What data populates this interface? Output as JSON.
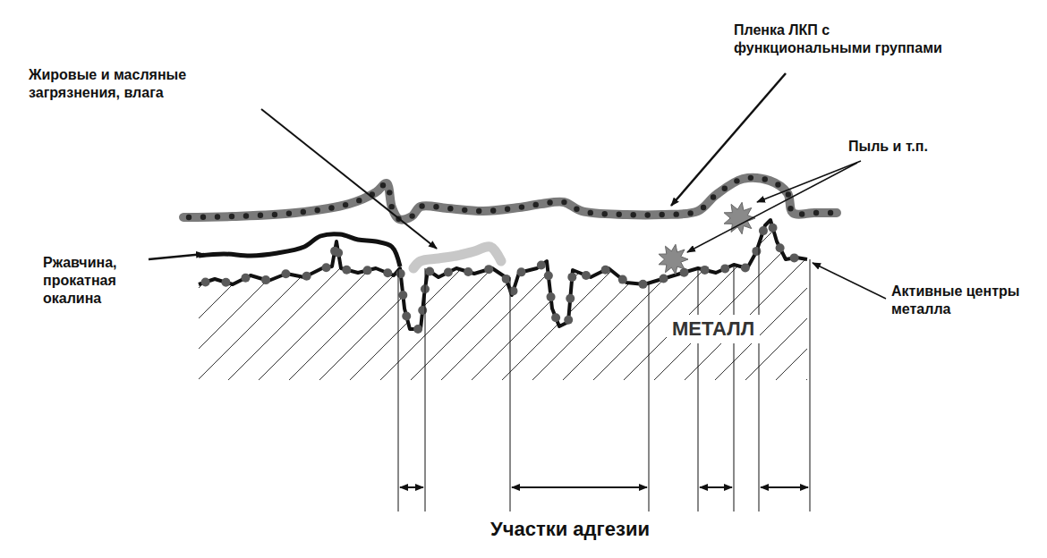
{
  "diagram": {
    "labels": [
      "Пленка ЛКП с функциональными группами",
      "Жировые и масляные загрязнения, влага",
      "Пыль и т.п.",
      "Ржавчина, прокатная окалина",
      "Активные центры металла",
      "МЕТАЛЛ",
      "Участки адгезии"
    ]
  }
}
